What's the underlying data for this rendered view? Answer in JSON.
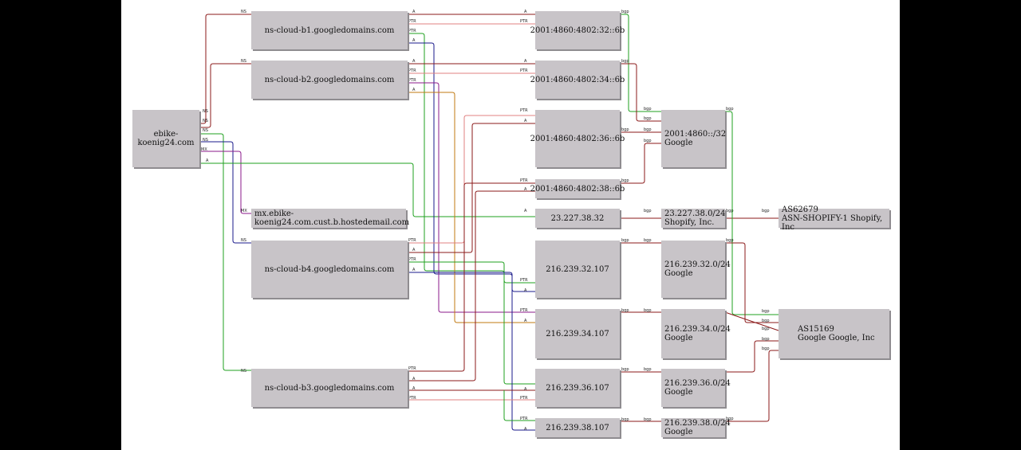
{
  "colors": {
    "ns": "#8b1a1a",
    "a": "#8b1a1a",
    "ptr": "#e08080",
    "green": "#1fa01f",
    "blue": "#1a1a8b",
    "purple": "#8b1a8b",
    "orange": "#c07810",
    "bgp": "#8b1a1a"
  },
  "nodes": {
    "domain": {
      "label": "ebike-koenig24.com"
    },
    "ns_b1": {
      "label": "ns-cloud-b1.googledomains.com"
    },
    "ns_b2": {
      "label": "ns-cloud-b2.googledomains.com"
    },
    "ns_b4": {
      "label": "ns-cloud-b4.googledomains.com"
    },
    "ns_b3": {
      "label": "ns-cloud-b3.googledomains.com"
    },
    "mx": {
      "label": "mx.ebike-koenig24.com.cust.b.hostedemail.com"
    },
    "ip6_32": {
      "label": "2001:4860:4802:32::6b"
    },
    "ip6_34": {
      "label": "2001:4860:4802:34::6b"
    },
    "ip6_36": {
      "label": "2001:4860:4802:36::6b"
    },
    "ip6_38": {
      "label": "2001:4860:4802:38::6b"
    },
    "ip4_shop": {
      "label": "23.227.38.32"
    },
    "ip4_32": {
      "label": "216.239.32.107"
    },
    "ip4_34": {
      "label": "216.239.34.107"
    },
    "ip4_36": {
      "label": "216.239.36.107"
    },
    "ip4_38": {
      "label": "216.239.38.107"
    },
    "pfx6": {
      "line1": "2001:4860::/32",
      "line2": "Google"
    },
    "pfx_shop": {
      "line1": "23.227.38.0/24",
      "line2": "Shopify, Inc."
    },
    "pfx_32": {
      "line1": "216.239.32.0/24",
      "line2": "Google"
    },
    "pfx_34": {
      "line1": "216.239.34.0/24",
      "line2": "Google"
    },
    "pfx_36": {
      "line1": "216.239.36.0/24",
      "line2": "Google"
    },
    "pfx_38": {
      "line1": "216.239.38.0/24",
      "line2": "Google"
    },
    "as_shop": {
      "line1": "AS62679",
      "line2": "ASN-SHOPIFY-1 Shopify, Inc"
    },
    "as_google": {
      "line1": "AS15169",
      "line2": "Google Google, Inc"
    }
  },
  "edge_labels": {
    "ns": "NS",
    "mx": "MX",
    "a": "A",
    "ptr": "PTR",
    "bgp": "bgp"
  }
}
